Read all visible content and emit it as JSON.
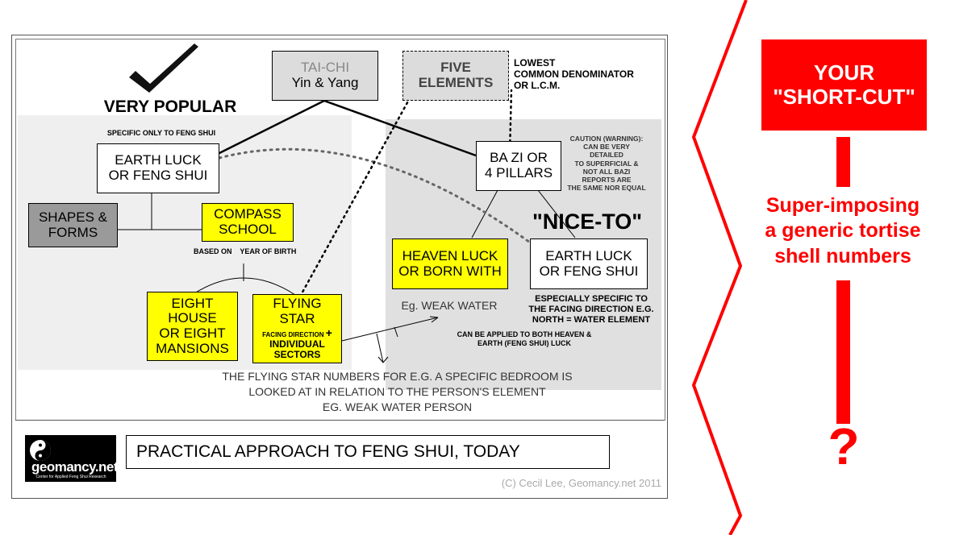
{
  "diagram": {
    "very_popular": "VERY POPULAR",
    "specific_only": "SPECIFIC ONLY TO FENG SHUI",
    "tai_chi": {
      "line1": "TAI-CHI",
      "line2": "Yin & Yang"
    },
    "five_elements": {
      "line1": "FIVE",
      "line2": "ELEMENTS"
    },
    "lcm_note": [
      "LOWEST",
      "COMMON DENOMINATOR",
      "OR L.C.M."
    ],
    "earth_luck_left": {
      "line1": "EARTH LUCK",
      "line2": "OR FENG SHUI"
    },
    "ba_zi": {
      "line1": "BA ZI OR",
      "line2": "4 PILLARS"
    },
    "caution_note": [
      "CAUTION (WARNING):",
      "CAN BE VERY",
      "DETAILED",
      "TO SUPERFICIAL &",
      "NOT ALL BAZI",
      "REPORTS ARE",
      "THE SAME NOR EQUAL"
    ],
    "shapes_forms": {
      "line1": "SHAPES &",
      "line2": "FORMS"
    },
    "compass_school": {
      "line1": "COMPASS",
      "line2": "SCHOOL"
    },
    "nice_to": "\"NICE-TO\"",
    "based_on": "BASED ON    YEAR OF BIRTH",
    "heaven_luck": {
      "line1": "HEAVEN LUCK",
      "line2": "OR BORN WITH"
    },
    "earth_luck_right": {
      "line1": "EARTH LUCK",
      "line2": "OR FENG SHUI"
    },
    "especially_note": [
      "ESPECIALLY SPECIFIC TO",
      "THE FACING DIRECTION E.G.",
      "NORTH = WATER ELEMENT"
    ],
    "eight_house": {
      "line1": "EIGHT",
      "line2": "HOUSE",
      "line3": "OR EIGHT",
      "line4": "MANSIONS"
    },
    "flying_star": {
      "line1": "FLYING",
      "line2": "STAR",
      "line3": "FACING DIRECTION",
      "plus": "+",
      "line4": "INDIVIDUAL",
      "line5": "SECTORS"
    },
    "weak_water": "Eg. WEAK WATER",
    "applied_note": [
      "CAN BE APPLIED TO BOTH HEAVEN &",
      "EARTH (FENG SHUI) LUCK"
    ],
    "bottom_text": [
      "THE FLYING STAR NUMBERS FOR E.G. A SPECIFIC BEDROOM IS",
      "LOOKED AT IN RELATION TO THE PERSON'S ELEMENT",
      "EG.  WEAK WATER PERSON"
    ]
  },
  "footer": {
    "logo_text": "geomancy.net",
    "logo_sub": "Center for Applied Feng Shui Research",
    "title": "PRACTICAL APPROACH TO FENG SHUI, TODAY",
    "copyright": "(C) Cecil Lee, Geomancy.net 2011"
  },
  "side": {
    "short_cut": {
      "line1": "YOUR",
      "line2": "\"SHORT-CUT\""
    },
    "super": [
      "Super-imposing",
      "a generic tortise",
      "shell numbers"
    ],
    "question": "?"
  },
  "colors": {
    "accent": "#ff0000",
    "highlight": "#ffff00"
  }
}
